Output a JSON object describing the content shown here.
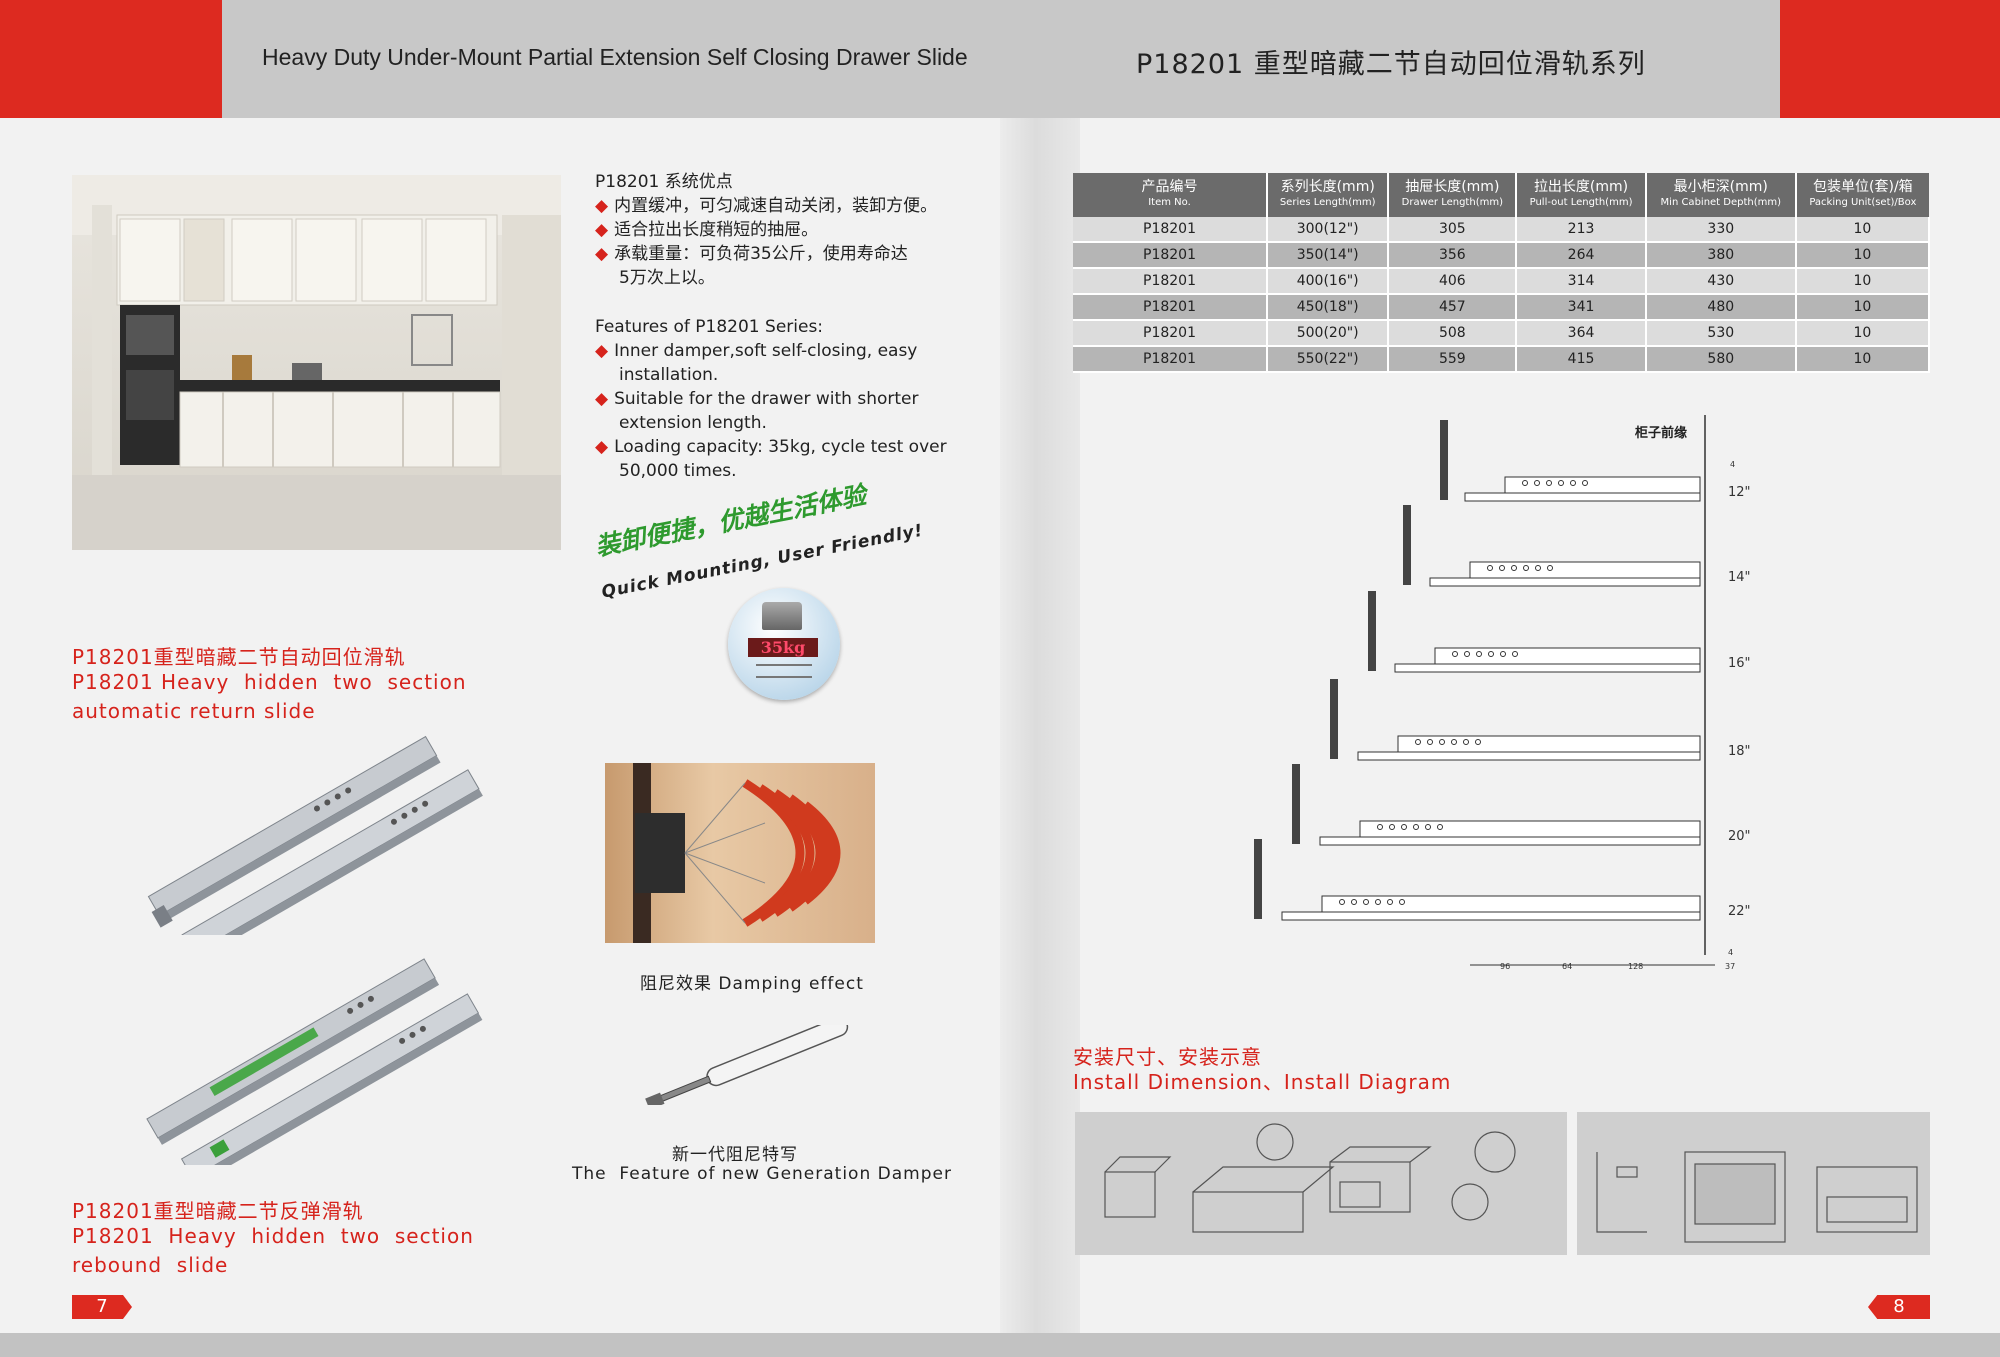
{
  "left_page": {
    "header_title": "Heavy Duty Under-Mount Partial Extension Self Closing Drawer Slide",
    "features_cn": {
      "title": "P18201  系统优点",
      "items": [
        "内置缓冲，可匀减速自动关闭，装卸方便。",
        "适合拉出长度稍短的抽屉。",
        "承载重量：可负荷35公斤，使用寿命达",
        "5万次上以。"
      ]
    },
    "features_en": {
      "title": "Features of P18201 Series:",
      "items": [
        "Inner damper,soft self-closing, easy",
        "installation.",
        "Suitable for the drawer with shorter",
        "extension length.",
        "Loading capacity: 35kg, cycle test over",
        "50,000 times."
      ]
    },
    "slogan_cn": "装卸便捷，优越生活体验",
    "slogan_en": "Quick Mounting, User Friendly!",
    "weight_badge": "35kg",
    "product1": {
      "cn": "P18201重型暗藏二节自动回位滑轨",
      "en1": "P18201 Heavy  hidden  two  section",
      "en2": "automatic return slide"
    },
    "product2": {
      "cn": "P18201重型暗藏二节反弹滑轨",
      "en1": "P18201  Heavy  hidden  two  section",
      "en2": "rebound  slide"
    },
    "damping_caption": "阻尼效果 Damping effect",
    "damper_caption_cn": "新一代阻尼特写",
    "damper_caption_en": "The  Feature of new Generation Damper",
    "page_number": "7"
  },
  "right_page": {
    "header_title": "P18201 重型暗藏二节自动回位滑轨系列",
    "table": {
      "headers": [
        {
          "cn": "产品编号",
          "en": "Item No."
        },
        {
          "cn": "系列长度(mm)",
          "en": "Series Length(mm)"
        },
        {
          "cn": "抽屉长度(mm)",
          "en": "Drawer Length(mm)"
        },
        {
          "cn": "拉出长度(mm)",
          "en": "Pull-out Length(mm)"
        },
        {
          "cn": "最小柜深(mm)",
          "en": "Min Cabinet Depth(mm)"
        },
        {
          "cn": "包装单位(套)/箱",
          "en": "Packing Unit(set)/Box"
        }
      ],
      "rows": [
        [
          "P18201",
          "300(12\")",
          "305",
          "213",
          "330",
          "10"
        ],
        [
          "P18201",
          "350(14\")",
          "356",
          "264",
          "380",
          "10"
        ],
        [
          "P18201",
          "400(16\")",
          "406",
          "314",
          "430",
          "10"
        ],
        [
          "P18201",
          "450(18\")",
          "457",
          "341",
          "480",
          "10"
        ],
        [
          "P18201",
          "500(20\")",
          "508",
          "364",
          "530",
          "10"
        ],
        [
          "P18201",
          "550(22\")",
          "559",
          "415",
          "580",
          "10"
        ]
      ]
    },
    "diagram": {
      "cabinet_front_label": "柜子前缘",
      "sizes": [
        "12\"",
        "14\"",
        "16\"",
        "18\"",
        "20\"",
        "22\""
      ],
      "dims": [
        "96",
        "64",
        "128",
        "37",
        "4",
        "4"
      ]
    },
    "install_title_cn": "安装尺寸、安装示意",
    "install_title_en": "Install Dimension、Install Diagram",
    "page_number": "8"
  }
}
